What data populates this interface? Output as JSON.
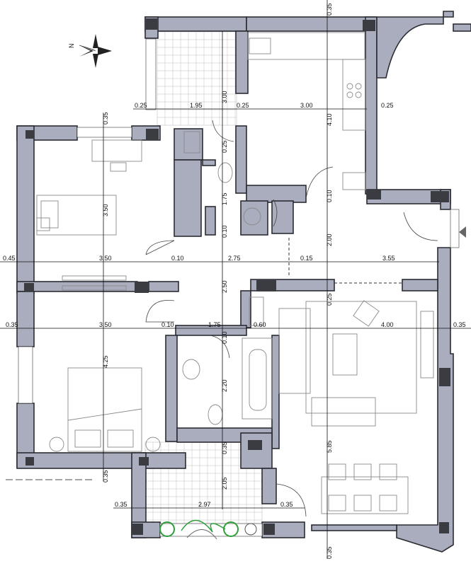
{
  "plan": {
    "north_label": "N",
    "dimensions": {
      "top_vertical": "0.35",
      "kitchen_height": "3.00",
      "row1_left": "0.25",
      "row1_terrace_width": "1.95",
      "row1_wall": "0.25",
      "row1_kitchen_width": "3.00",
      "row1_right": "0.25",
      "kitchen_depth": "4.10",
      "bedroom1_top": "0.35",
      "bath1_wall": "0.25",
      "bedroom1_depth": "3.50",
      "bath1_height": "1.75",
      "bath1_wall2": "0.10",
      "corridor_top": "0.10",
      "living_gap": "2.00",
      "row2_left": "0.45",
      "row2_bedroom": "3.50",
      "row2_wall": "0.10",
      "row2_hall": "2.75",
      "row2_wall2": "0.15",
      "row2_right": "3.55",
      "hall_length": "2.50",
      "living_wall": "0.25",
      "row3_left": "0.35",
      "row3_bedroom": "3.50",
      "row3_wall": "0.10",
      "row3_hall": "1.75",
      "row3_wall2": "0.60",
      "row3_living": "4.00",
      "row3_right": "0.35",
      "bath2_wall": "0.10",
      "bedroom2_depth": "4.25",
      "bath2_height": "2.20",
      "living_depth": "5.85",
      "terrace_wall": "0.35",
      "terrace_depth": "2.05",
      "bottom_left": "0.35",
      "row4_left": "0.35",
      "row4_terrace": "2.97",
      "row4_right": "0.35",
      "bottom_vertical": "0.35"
    },
    "colors": {
      "wall": "#a9adbd",
      "wall_outline": "#2a2c33",
      "column": "#3a3c42",
      "plant": "#2e9e3a"
    }
  }
}
